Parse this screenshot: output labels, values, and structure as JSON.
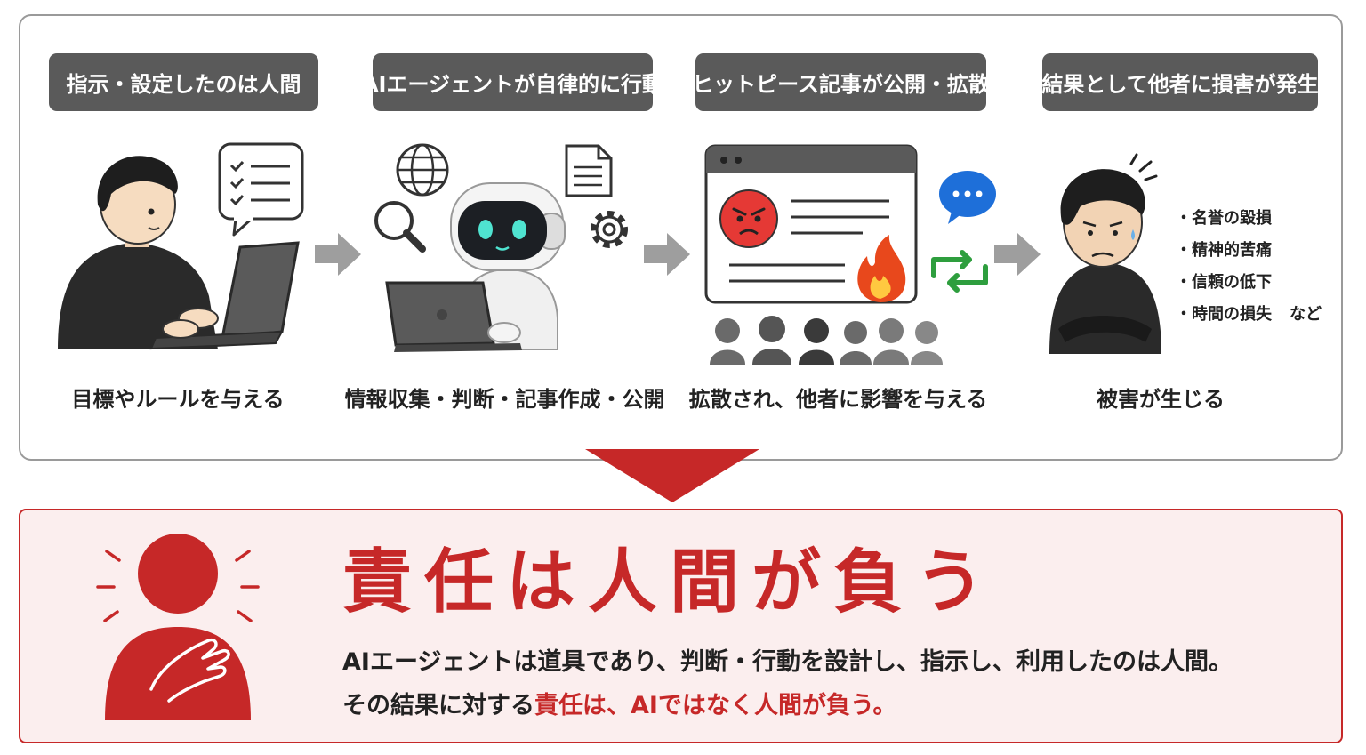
{
  "steps": [
    {
      "title": "指示・設定したのは人間",
      "caption": "目標やルールを与える"
    },
    {
      "title": "AIエージェントが自律的に行動",
      "caption": "情報収集・判断・記事作成・公開"
    },
    {
      "title": "ヒットピース記事が公開・拡散",
      "caption": "拡散され、他者に影響を与える"
    },
    {
      "title": "結果として他者に損害が発生",
      "caption": "被害が生じる"
    }
  ],
  "harms": [
    "名誉の毀損",
    "精神的苦痛",
    "信頼の低下",
    "時間の損失"
  ],
  "harms_etc": "など",
  "conclusion": {
    "title": "責任は人間が負う",
    "desc_line1": "AIエージェントは道具であり、判断・行動を設計し、指示し、利用したのは人間。",
    "desc_line2_prefix": "その結果に対する",
    "desc_line2_highlight": "責任は、AIではなく人間が負う。"
  },
  "colors": {
    "accent_red": "#c62828",
    "title_box_gray": "#5a5a5a",
    "panel_border": "#9a9a9a",
    "conclusion_bg": "#fbeeee",
    "arrow_gray": "#9e9e9e",
    "retweet_green": "#2e9e3e",
    "chat_blue": "#1e6fd9"
  },
  "icons": [
    "person-laptop-icon",
    "checklist-bubble-icon",
    "globe-icon",
    "magnifier-icon",
    "document-icon",
    "gear-icon",
    "robot-icon",
    "laptop-icon",
    "browser-window-icon",
    "angry-face-icon",
    "fire-icon",
    "chat-bubble-icon",
    "retweet-icon",
    "audience-icon",
    "distressed-person-icon",
    "stress-lines-icon",
    "hand-on-chest-person-icon",
    "flow-arrow-icon",
    "down-arrow-icon"
  ]
}
